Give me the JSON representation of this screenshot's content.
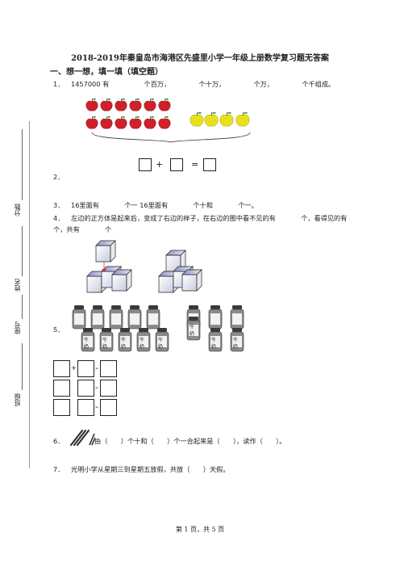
{
  "title": "2018-2019年秦皇岛市海港区先盛里小学一年级上册数学复习题无答案",
  "section": "一、想一想，填一填（填空题）",
  "sidebar": {
    "label1": "分数",
    "label2": "姓名",
    "label3": "座号",
    "label4": "班级"
  },
  "q1": {
    "num": "1．",
    "value": "1457000",
    "t1": "有",
    "t2": "个百万，",
    "t3": "个十万，",
    "t4": "个万，",
    "t5": "个千组成。"
  },
  "q2": {
    "num": "2．",
    "op_plus": "+",
    "op_eq": "="
  },
  "q3": {
    "num": "3．",
    "t1": "16里面有",
    "t2": "个一 16里面有",
    "t3": "个十和",
    "t4": "个一。"
  },
  "q4": {
    "num": "4．",
    "line1": "左边的正方体是起来后，变成了右边的样子，在右边的图中看不见的有",
    "line1b": "个，看得见的有",
    "line2a": "个，共有",
    "line2b": "个"
  },
  "q5": {
    "num": "5．",
    "jar_label_top": "牛",
    "jar_label_bottom": "奶",
    "op_minus": "-",
    "op_plus": "+"
  },
  "q6": {
    "num": "6．",
    "text": "由（　　）个十和（　　）个一合起来是（　　），读作（　　）。"
  },
  "q7": {
    "num": "7．",
    "text": "光明小学从星期三到星期五放假，共放（　　）天假。"
  },
  "footer": "第 1 页，共 5 页"
}
